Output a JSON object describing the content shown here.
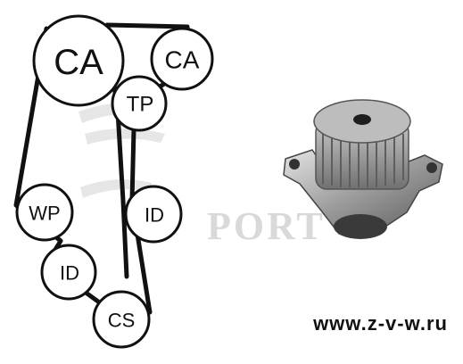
{
  "diagram": {
    "pulleys": [
      {
        "id": "cam-left",
        "label": "CA"
      },
      {
        "id": "cam-right",
        "label": "CA"
      },
      {
        "id": "tensioner",
        "label": "TP"
      },
      {
        "id": "water-pump",
        "label": "WP"
      },
      {
        "id": "idler-right",
        "label": "ID"
      },
      {
        "id": "idler-lower",
        "label": "ID"
      },
      {
        "id": "crankshaft",
        "label": "CS"
      }
    ]
  },
  "watermark": {
    "brand_fragment": "PORT"
  },
  "footer": {
    "url": "www.z-v-w.ru"
  },
  "colors": {
    "belt": "#111111",
    "pulley_stroke": "#111111",
    "watermark": "#d9d9d9"
  }
}
